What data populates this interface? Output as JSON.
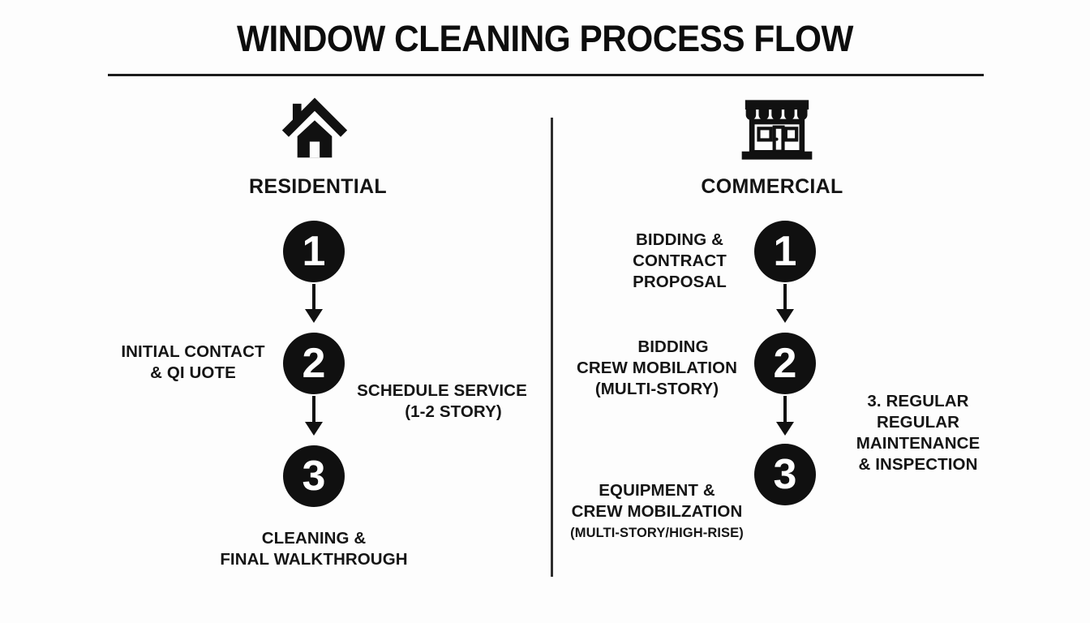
{
  "title": "WINDOW CLEANING PROCESS FLOW",
  "residential": {
    "header": "RESIDENTIAL",
    "icon": "house-icon",
    "steps": [
      "1",
      "2",
      "3"
    ],
    "annotations": {
      "initial_contact": {
        "lines": [
          "INITIAL CONTACT",
          "& QI UOTE"
        ]
      },
      "schedule_service": {
        "lines": [
          "SCHEDULE SERVICE",
          "(1-2 STORY)"
        ]
      },
      "cleaning_walkthrough": {
        "lines": [
          "CLEANING &",
          "FINAL WALKTHROUGH"
        ]
      }
    }
  },
  "commercial": {
    "header": "COMMERCIAL",
    "icon": "storefront-icon",
    "steps": [
      "1",
      "2",
      "3"
    ],
    "annotations": {
      "bidding_contract": {
        "lines": [
          "BIDDING &",
          "CONTRACT",
          "PROPOSAL"
        ]
      },
      "crew_mobilation": {
        "lines": [
          "BIDDING",
          "CREW MOBILATION",
          "(MULTI-STORY)"
        ]
      },
      "regular_maintenance": {
        "lines": [
          "3. REGULAR",
          "REGULAR MAINTENANCE",
          "& INSPECTION"
        ]
      },
      "equipment_mobilization": {
        "lines": [
          "EQUIPMENT &",
          "CREW MOBILZATION",
          "(MULTI-STORY/HIGH-RISE)"
        ]
      }
    }
  },
  "colors": {
    "ink": "#121212",
    "background": "#fdfdfd",
    "divider": "#2e2e2e"
  }
}
